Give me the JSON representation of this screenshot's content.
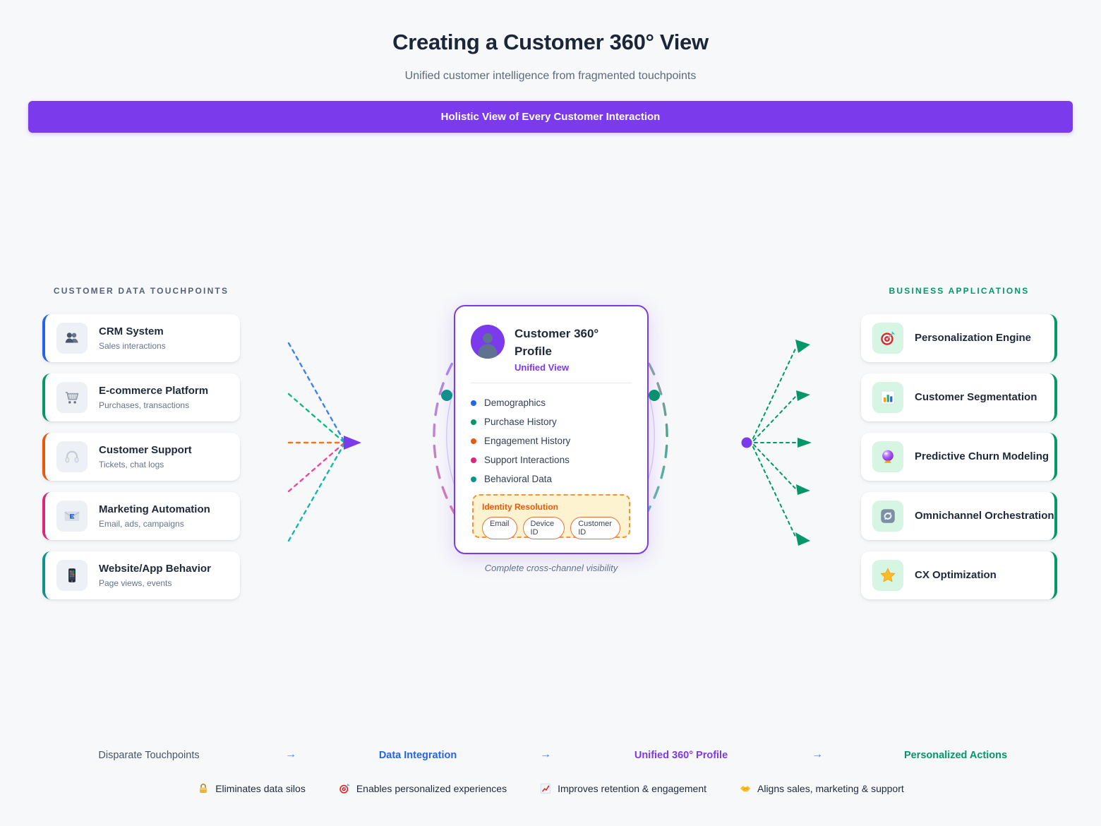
{
  "page": {
    "title": "Creating a Customer 360° View",
    "subtitle": "Unified customer intelligence from fragmented touchpoints",
    "banner": "Holistic View of Every Customer Interaction"
  },
  "touchpoints": {
    "header": "CUSTOMER DATA TOUCHPOINTS",
    "cards": [
      {
        "title": "CRM System",
        "subtitle": "Sales interactions",
        "icon": "users-icon",
        "accent": "#2563eb"
      },
      {
        "title": "E-commerce Platform",
        "subtitle": "Purchases, transactions",
        "icon": "shopping-cart-icon",
        "accent": "#059669"
      },
      {
        "title": "Customer Support",
        "subtitle": "Tickets, chat logs",
        "icon": "headphones-icon",
        "accent": "#ea580c"
      },
      {
        "title": "Marketing Automation",
        "subtitle": "Email, ads, campaigns",
        "icon": "email-icon",
        "accent": "#db2777"
      },
      {
        "title": "Website/App Behavior",
        "subtitle": "Page views, events",
        "icon": "smartphone-icon",
        "accent": "#0d9488"
      }
    ]
  },
  "profile": {
    "title": "Customer 360° Profile",
    "subtitle": "Unified View",
    "attributes": [
      {
        "label": "Demographics",
        "color": "#2563eb"
      },
      {
        "label": "Purchase History",
        "color": "#059669"
      },
      {
        "label": "Engagement History",
        "color": "#ea580c"
      },
      {
        "label": "Support Interactions",
        "color": "#db2777"
      },
      {
        "label": "Behavioral Data",
        "color": "#0d9488"
      }
    ],
    "identity": {
      "title": "Identity Resolution",
      "chips": [
        "Email",
        "Device ID",
        "Customer ID"
      ]
    },
    "caption": "Complete cross-channel visibility"
  },
  "applications": {
    "header": "BUSINESS APPLICATIONS",
    "accent": "#059669",
    "cards": [
      {
        "title": "Personalization Engine",
        "icon": "target-icon"
      },
      {
        "title": "Customer Segmentation",
        "icon": "bar-chart-icon"
      },
      {
        "title": "Predictive Churn Modeling",
        "icon": "crystal-ball-icon"
      },
      {
        "title": "Omnichannel Orchestration",
        "icon": "sync-arrows-icon"
      },
      {
        "title": "CX Optimization",
        "icon": "star-icon"
      }
    ]
  },
  "flow": {
    "arrow": "→",
    "steps": [
      {
        "label": "Disparate Touchpoints",
        "color": "#475569"
      },
      {
        "label": "Data Integration",
        "color": "#2563eb"
      },
      {
        "label": "Unified 360° Profile",
        "color": "#7c3aed"
      },
      {
        "label": "Personalized Actions",
        "color": "#059669"
      }
    ]
  },
  "benefits": [
    {
      "icon": "lock-icon",
      "label": "Eliminates data silos"
    },
    {
      "icon": "target-icon",
      "label": "Enables personalized experiences"
    },
    {
      "icon": "chart-up-icon",
      "label": "Improves retention & engagement"
    },
    {
      "icon": "handshake-icon",
      "label": "Aligns sales, marketing & support"
    }
  ],
  "colors": {
    "background": "#f7f8fa",
    "banner": "#7c3aed",
    "profile_border": "#7c3aed",
    "applications_accent": "#059669",
    "flow_arrow": "#3b82f6"
  }
}
